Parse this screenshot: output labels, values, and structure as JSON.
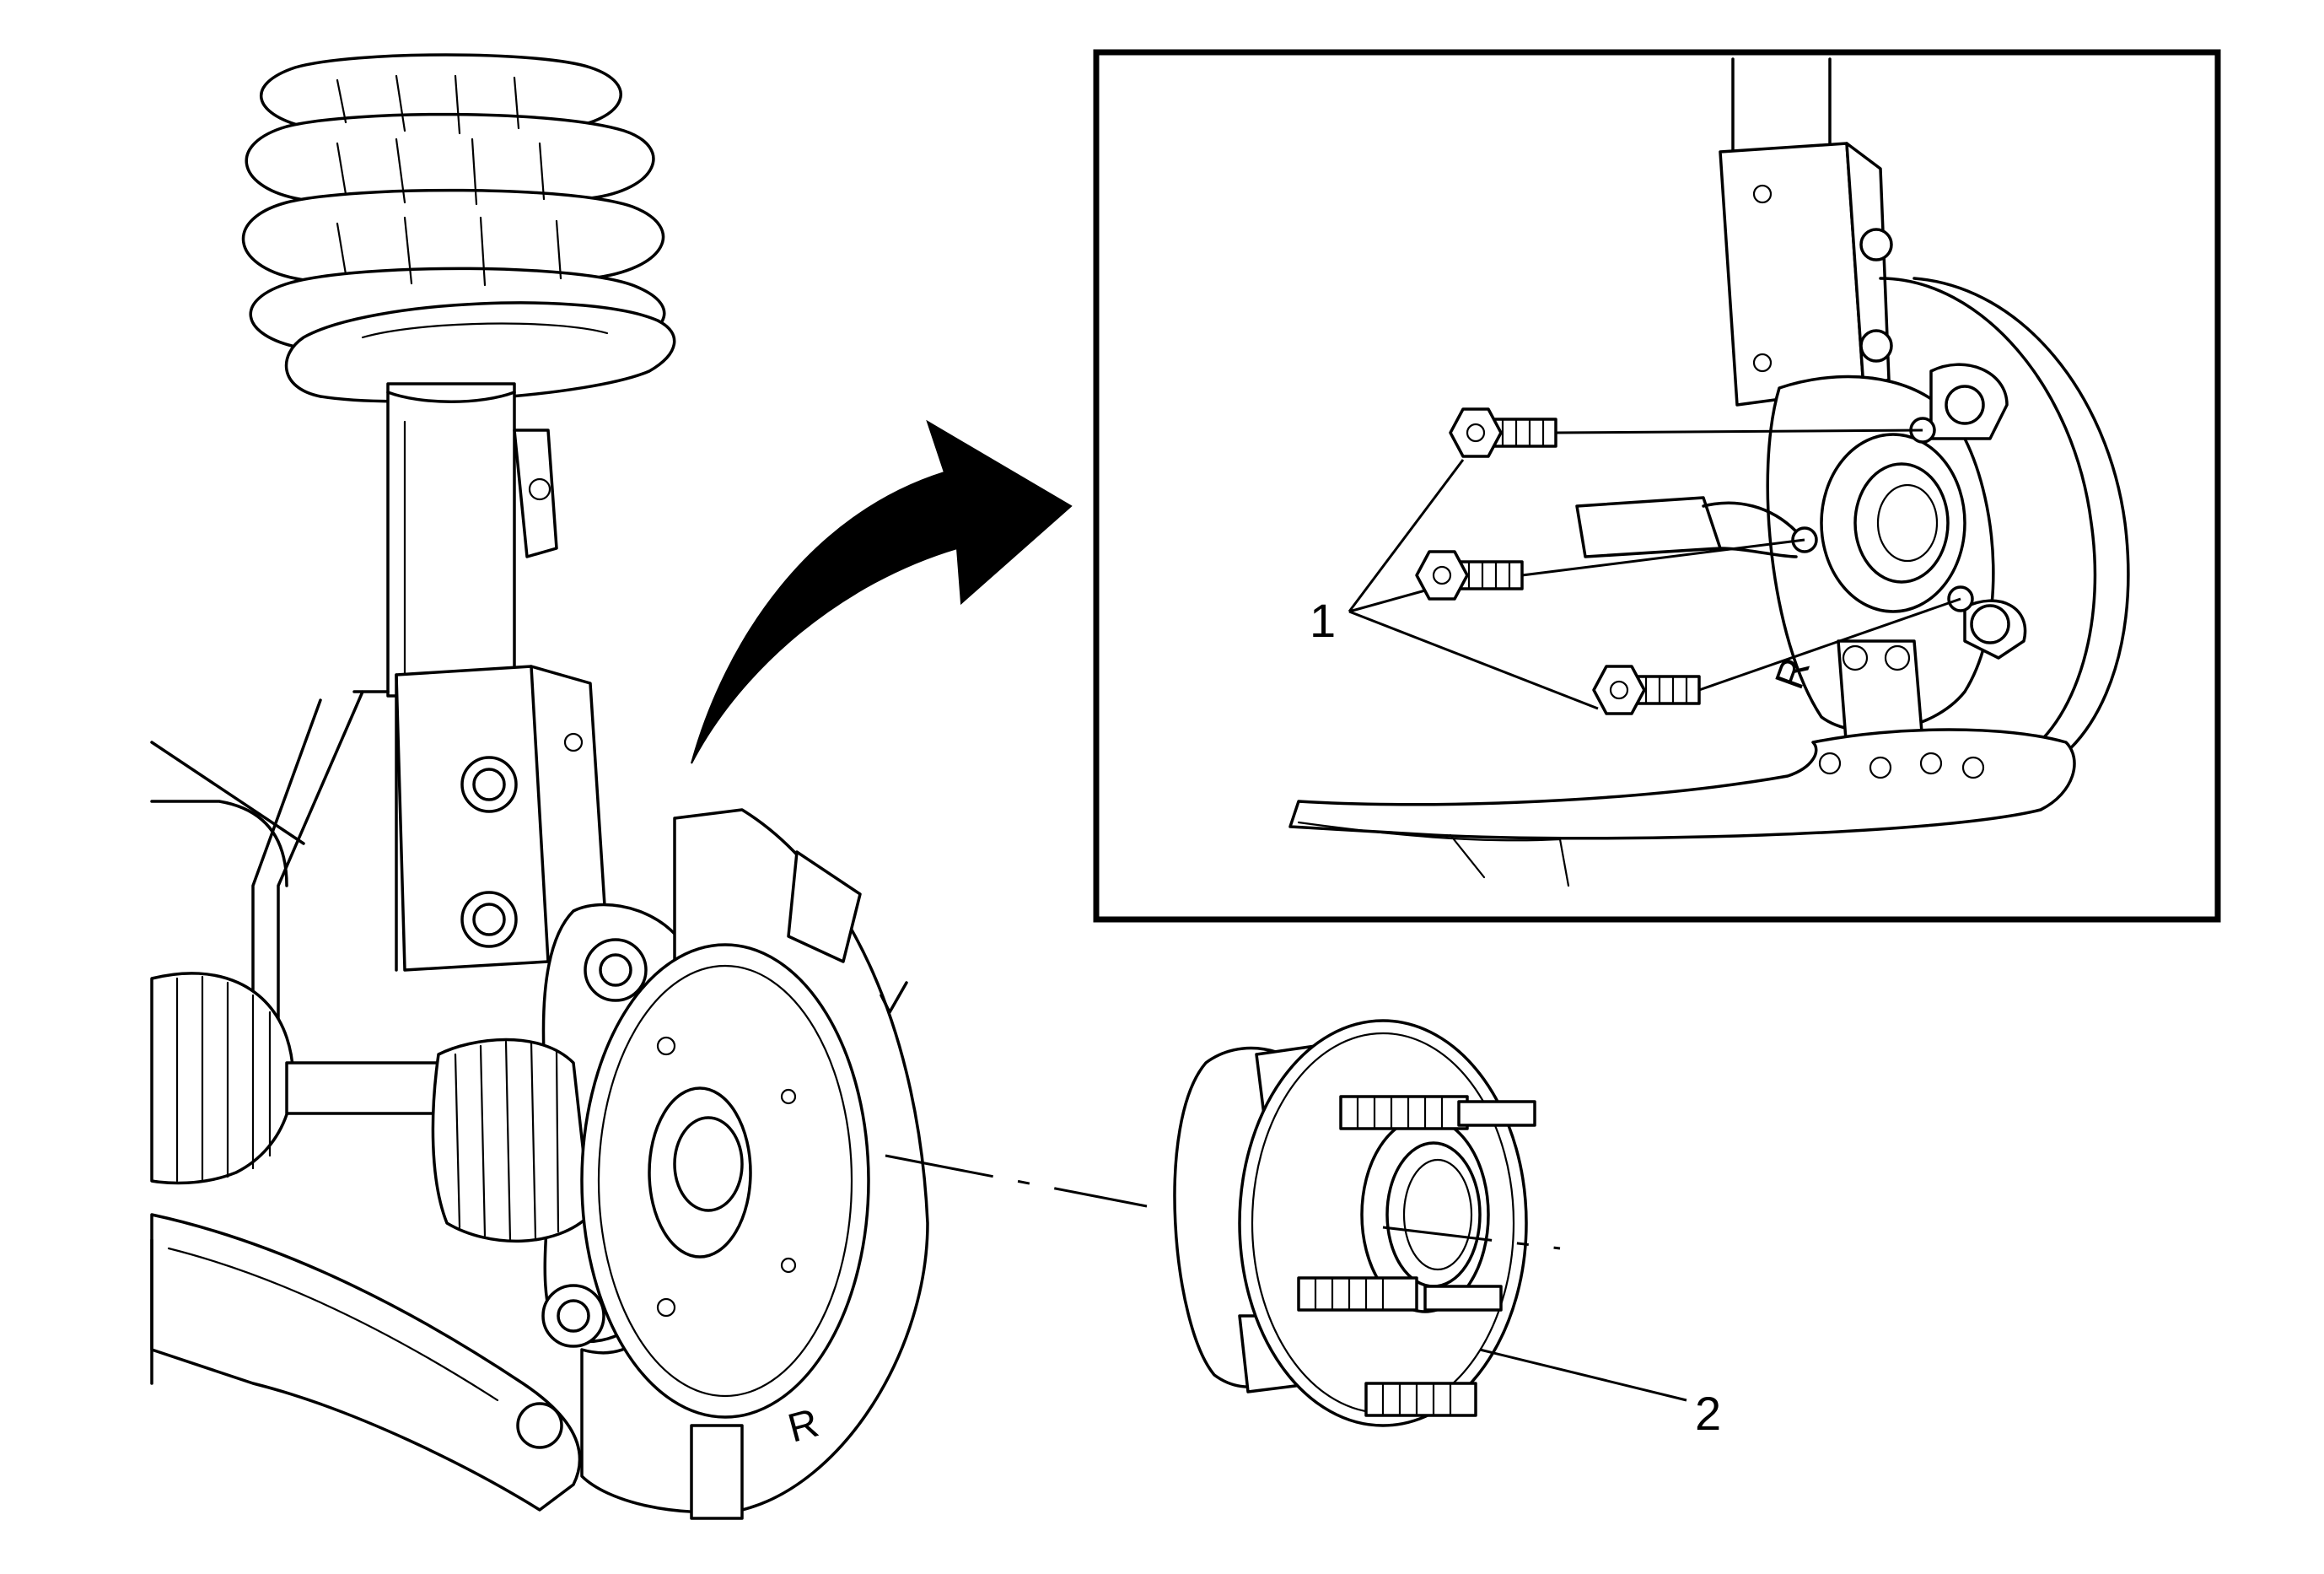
{
  "callouts": {
    "callout_1": "1",
    "callout_2": "2"
  },
  "part_markings": {
    "knuckle_letter": "R",
    "shield_letter": "R"
  },
  "colors": {
    "line": "#000000",
    "background": "#ffffff"
  }
}
